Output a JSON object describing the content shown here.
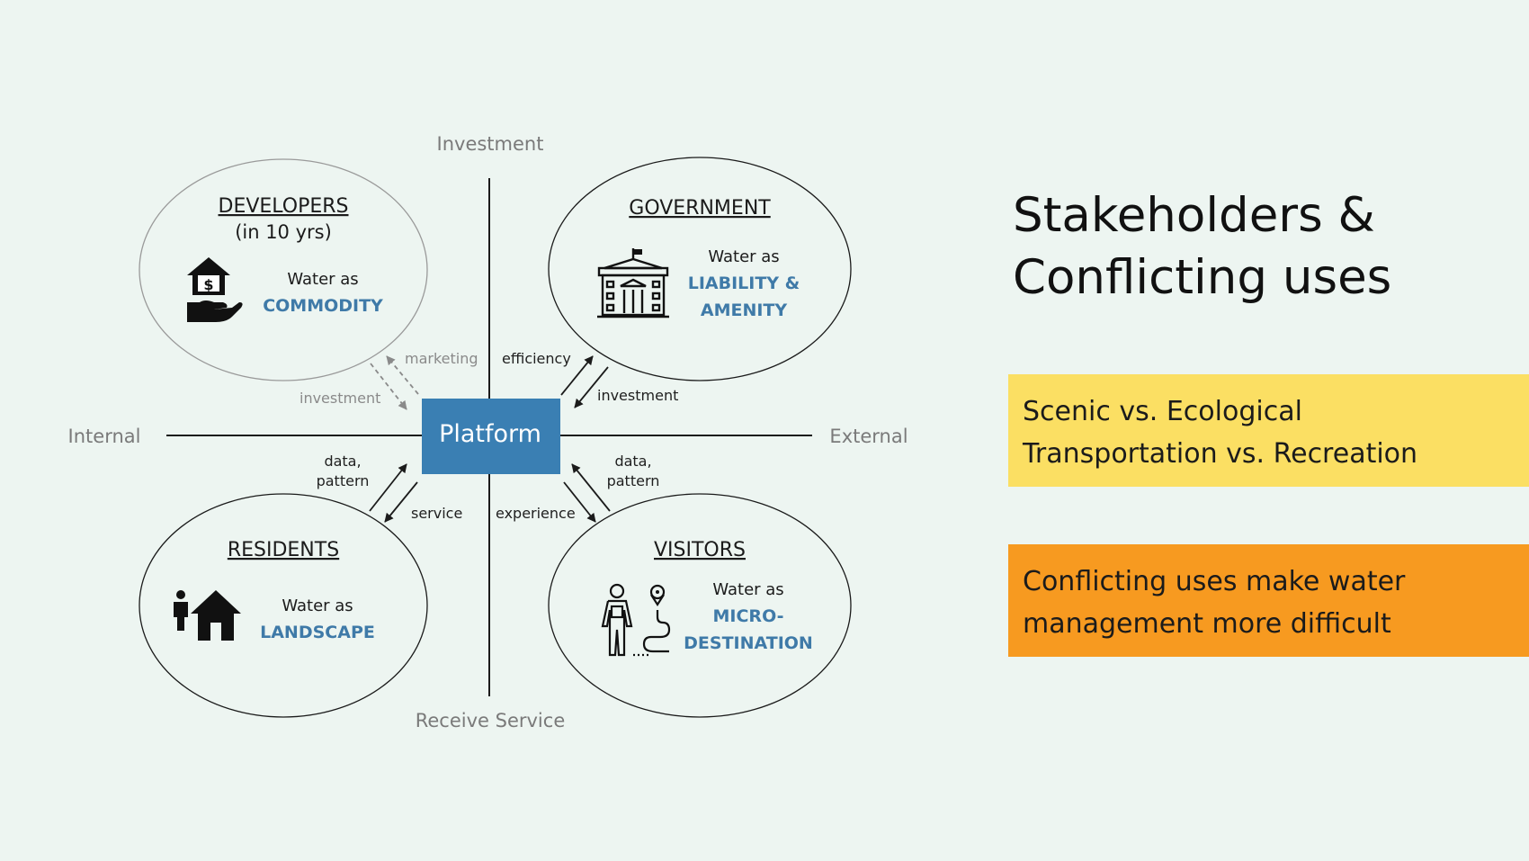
{
  "colors": {
    "background": "#edf5f1",
    "platform": "#3a7fb3",
    "accent": "#3f7aa8",
    "yellow_box": "#fbdf63",
    "orange_box": "#f79a20"
  },
  "axes": {
    "top": "Investment",
    "bottom": "Receive Service",
    "left": "Internal",
    "right": "External"
  },
  "platform": {
    "label": "Platform"
  },
  "stakeholders": {
    "developers": {
      "title": "DEVELOPERS",
      "subtitle": "(in 10 yrs)",
      "water_as": "Water as",
      "role_line1": "COMMODITY",
      "role_line2": "",
      "icon": "house-money-hand-icon"
    },
    "government": {
      "title": "GOVERNMENT",
      "water_as": "Water as",
      "role_line1": "LIABILITY &",
      "role_line2": "AMENITY",
      "icon": "government-building-icon"
    },
    "residents": {
      "title": "RESIDENTS",
      "water_as": "Water as",
      "role_line1": "LANDSCAPE",
      "icon": "family-house-icon"
    },
    "visitors": {
      "title": "VISITORS",
      "water_as": "Water as",
      "role_line1": "MICRO-",
      "role_line2": "DESTINATION",
      "icon": "hiker-route-icon"
    }
  },
  "flows": {
    "marketing": "marketing",
    "dev_investment": "investment",
    "efficiency": "efficiency",
    "gov_investment": "investment",
    "res_data_1": "data,",
    "res_data_2": "pattern",
    "service": "service",
    "experience": "experience",
    "vis_data_1": "data,",
    "vis_data_2": "pattern"
  },
  "heading": {
    "line1": "Stakeholders &",
    "line2": "Conflicting uses"
  },
  "callouts": {
    "yellow": {
      "line1": "Scenic vs. Ecological",
      "line2": "Transportation vs. Recreation"
    },
    "orange": {
      "line1": "Conflicting uses make water",
      "line2": "management more difficult"
    }
  }
}
